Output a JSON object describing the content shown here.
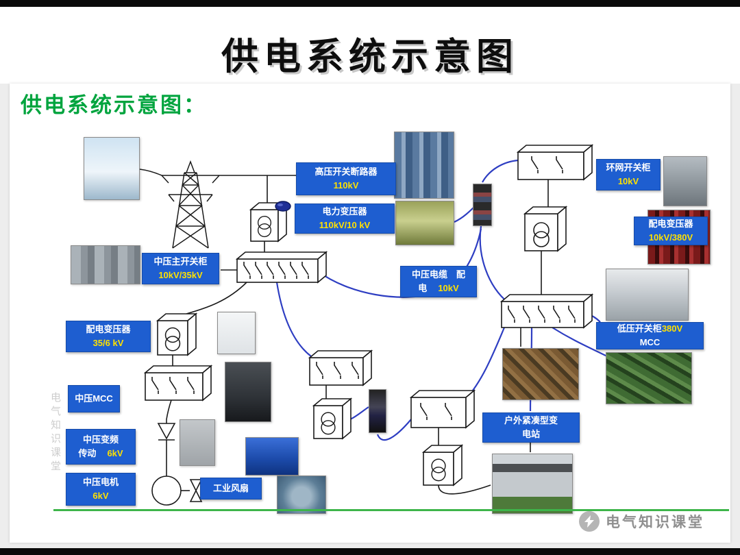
{
  "page": {
    "title": "供电系统示意图",
    "heading": "供电系统示意图：",
    "brand": "电气知识课堂",
    "watermark": "电气知识课堂"
  },
  "colors": {
    "label_bg": "#1e5ed0",
    "label_text": "#ffffff",
    "label_accent": "#ffe100",
    "heading_green": "#00a43e",
    "wire_blue": "#2e3ec2",
    "line_black": "#1a1a1a",
    "divider_green": "#3db54a"
  },
  "labels": {
    "hv_breaker": {
      "line1": "高压开关断路器",
      "line2": "110kV"
    },
    "power_transformer": {
      "line1": "电力变压器",
      "line2": "110kV/10 kV"
    },
    "mv_main_switchgear": {
      "line1": "中压主开关柜",
      "line2": "10kV/35kV"
    },
    "ring_main_unit": {
      "line1": "环网开关柜",
      "line2": "10kV"
    },
    "dist_transformer_right": {
      "line1": "配电变压器",
      "line2": "10kV/380V"
    },
    "mv_cable": {
      "line1": "中压电缆　配",
      "line2_white": "电",
      "line2_yellow": "10kV"
    },
    "dist_transformer_left": {
      "line1": "配电变压器",
      "line2": "35/6 kV"
    },
    "lv_switchgear": {
      "line1_white": "低压开关柜",
      "line1_yellow": "380V",
      "line2": "MCC"
    },
    "mv_mcc": {
      "line1": "中压MCC"
    },
    "mv_vfd": {
      "line1": "中压变频",
      "line2_white": "传动",
      "line2_yellow": "6kV"
    },
    "mv_motor": {
      "line1": "中压电机",
      "line2": "6kV"
    },
    "industrial_fan": {
      "line1": "工业风扇"
    },
    "outdoor_substation": {
      "line1": "户外紧凑型变",
      "line2": "电站"
    }
  },
  "photo_names": [
    "transmission-tower-photo",
    "hv-switchgear-photo",
    "power-transformer-photo",
    "mv-cable-photo",
    "ring-main-cabinet-photo",
    "distribution-transformer-photo",
    "lv-switch-room-photo",
    "mv-switchgear-lineup-photo",
    "white-cabinet-photo",
    "dark-cabinet-photo",
    "gray-cabinet-photo",
    "mv-motor-photo",
    "industrial-fan-photo",
    "small-cable-photo",
    "plant-machinery-photo",
    "green-machinery-photo",
    "outdoor-substation-photo"
  ]
}
